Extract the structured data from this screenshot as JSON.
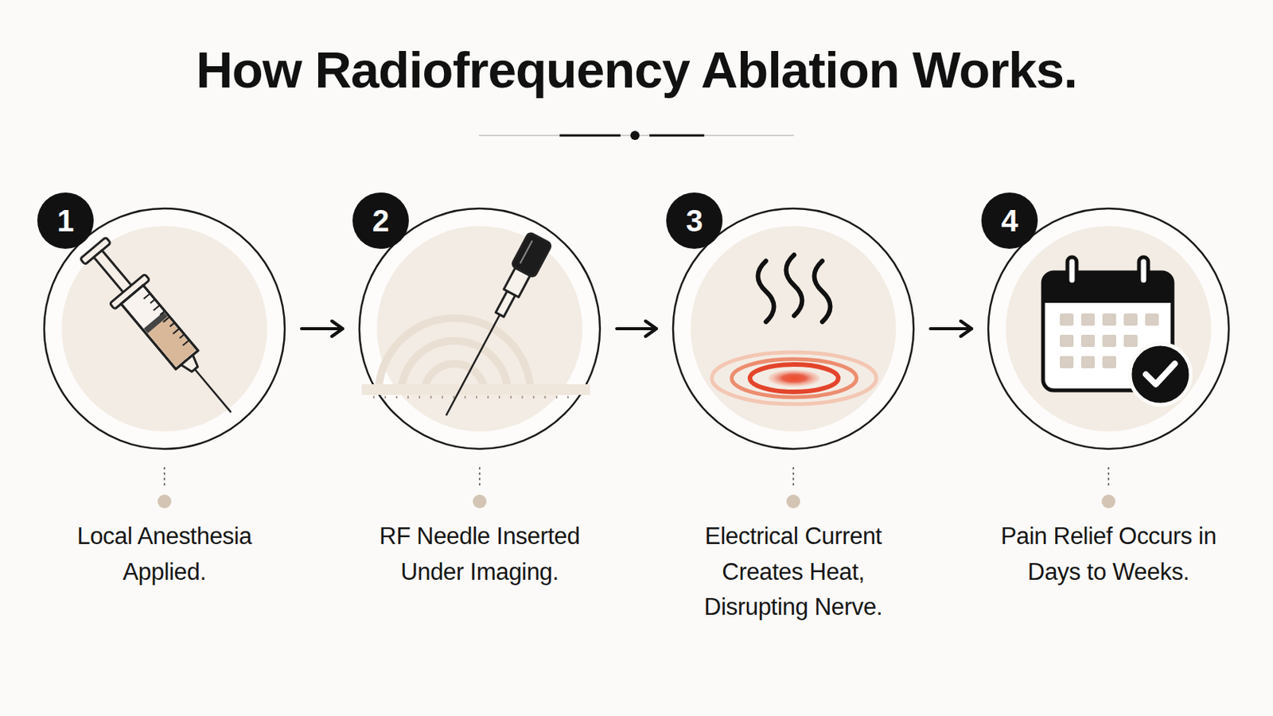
{
  "diagram": {
    "title": "How Radiofrequency Ablation Works.",
    "nodes": [
      {
        "text": [
          "1",
          "Local Anesthesia Applied."
        ]
      },
      {
        "text": [
          "2",
          "RF Needle Inserted Under Imaging."
        ]
      },
      {
        "text": [
          "3",
          "Electrical Current Creates Heat, Disrupting Nerve."
        ]
      },
      {
        "text": [
          "4",
          "Pain Relief Occurs in Days to Weeks."
        ]
      }
    ],
    "edges": [
      {
        "from": 0,
        "to": 1,
        "arrow": "to"
      },
      {
        "from": 1,
        "to": 2,
        "arrow": "to"
      },
      {
        "from": 2,
        "to": 3,
        "arrow": "to"
      }
    ]
  }
}
